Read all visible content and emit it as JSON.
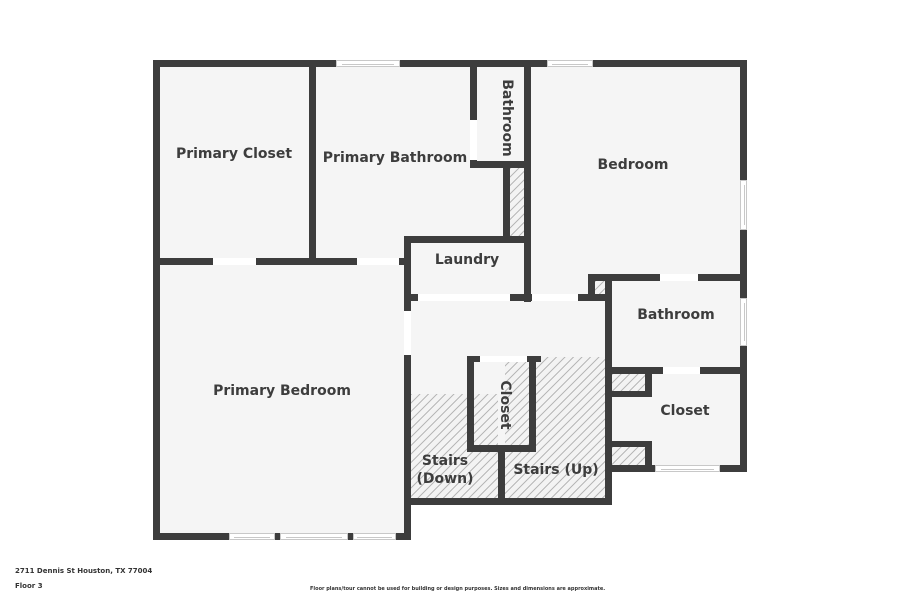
{
  "floorplan": {
    "rooms": [
      {
        "id": "primary-closet",
        "label": "Primary Closet"
      },
      {
        "id": "primary-bathroom",
        "label": "Primary Bathroom"
      },
      {
        "id": "bathroom-small",
        "label": "Bathroom"
      },
      {
        "id": "bedroom",
        "label": "Bedroom"
      },
      {
        "id": "laundry",
        "label": "Laundry"
      },
      {
        "id": "primary-bedroom",
        "label": "Primary Bedroom"
      },
      {
        "id": "bathroom",
        "label": "Bathroom"
      },
      {
        "id": "closet-center",
        "label": "Closet"
      },
      {
        "id": "closet-right",
        "label": "Closet"
      },
      {
        "id": "stairs-down",
        "label": "Stairs\n(Down)"
      },
      {
        "id": "stairs-up",
        "label": "Stairs (Up)"
      }
    ]
  },
  "footer": {
    "address": "2711 Dennis St Houston, TX 77004",
    "floor": "Floor 3",
    "disclaimer": "Floor plans/tour cannot be used for building or design purposes. Sizes and dimensions are approximate."
  },
  "colors": {
    "wall": "#3d3d3d",
    "room_fill": "#f5f5f5",
    "label": "#3d3d3d"
  }
}
